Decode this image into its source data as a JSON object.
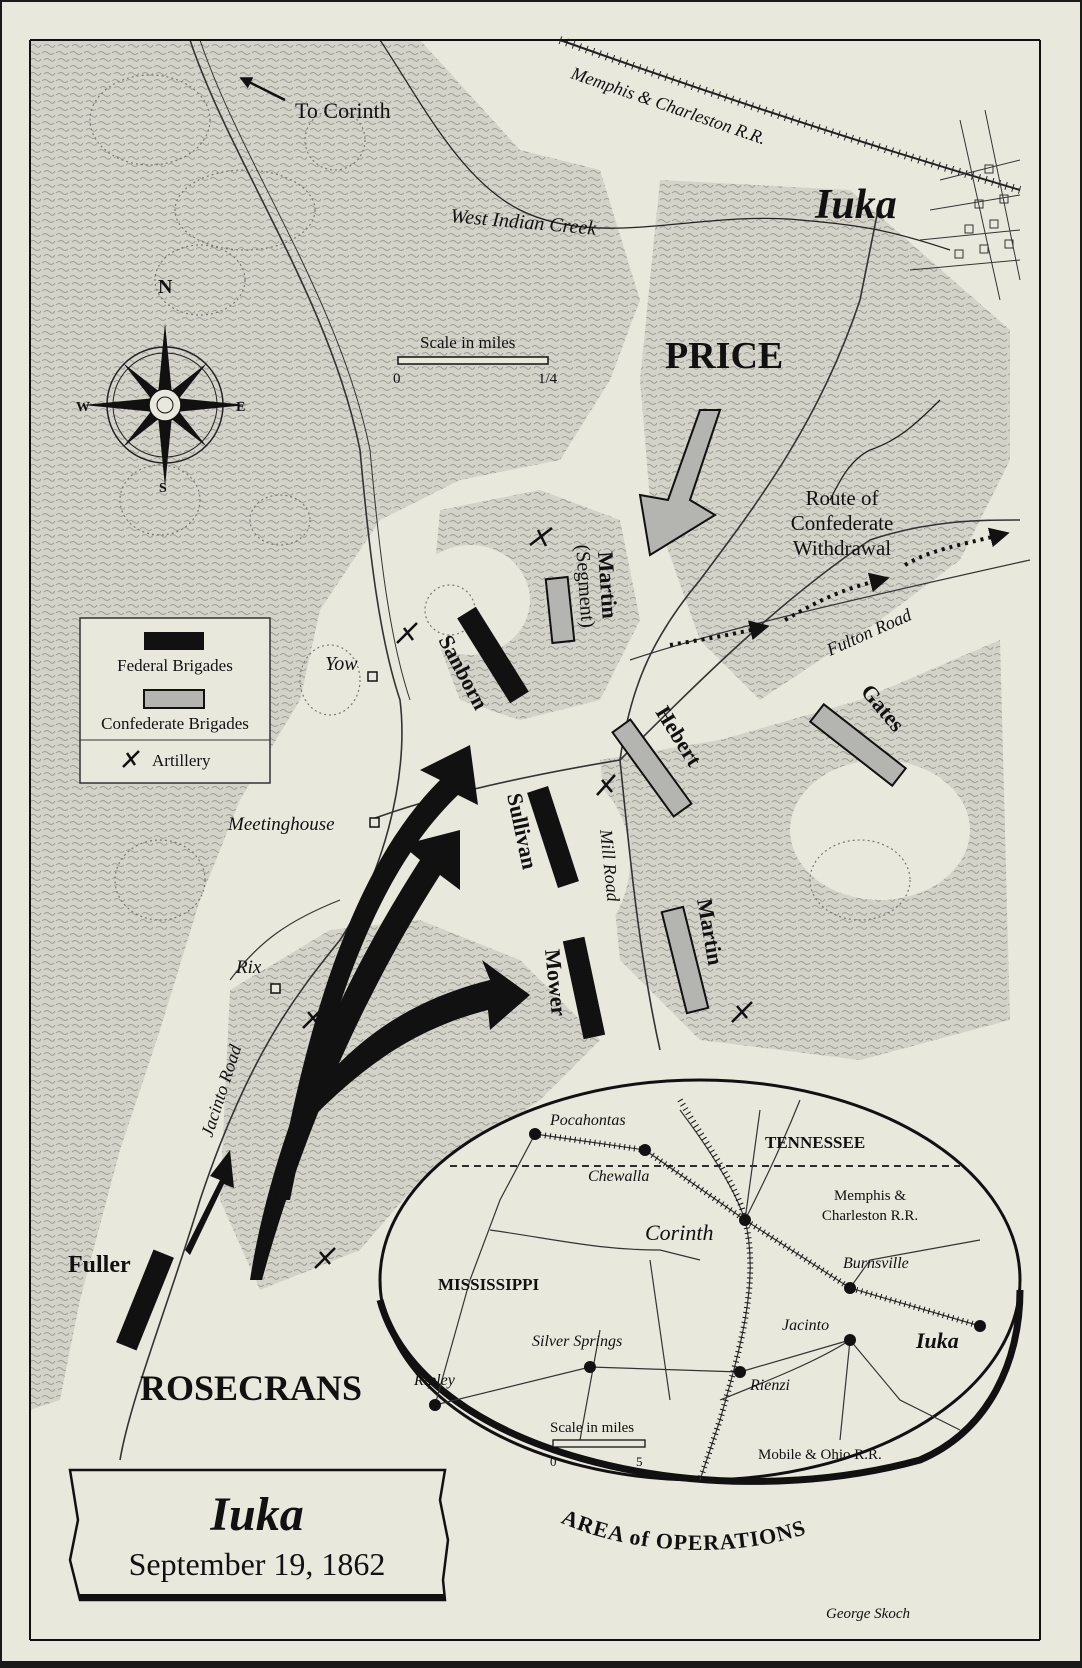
{
  "map": {
    "title": "Iuka",
    "date": "September 19, 1862",
    "credit": "George Skoch",
    "to_corinth": "To Corinth",
    "railroad": "Memphis & Charleston R.R.",
    "town": "Iuka",
    "creek": "West Indian Creek",
    "scale": {
      "label": "Scale in miles",
      "zero": "0",
      "max": "1/4"
    },
    "compass": {
      "n": "N",
      "s": "S",
      "e": "E",
      "w": "W"
    },
    "commanders": {
      "confederate": "PRICE",
      "federal": "ROSECRANS",
      "fuller": "Fuller"
    },
    "withdrawal": [
      "Route of",
      "Confederate",
      "Withdrawal"
    ],
    "roads": {
      "fulton": "Fulton Road",
      "mill": "Mill Road",
      "jacinto": "Jacinto Road"
    },
    "places": {
      "yow": "Yow",
      "meetinghouse": "Meetinghouse",
      "rix": "Rix"
    },
    "federal_brigades": [
      "Sanborn",
      "Sullivan",
      "Mower"
    ],
    "confederate_brigades": {
      "martin_segment": [
        "Martin",
        "(Segment)"
      ],
      "hebert": "Hebert",
      "martin": "Martin",
      "gates": "Gates"
    },
    "legend": {
      "federal": "Federal Brigades",
      "confederate": "Confederate Brigades",
      "artillery": "Artillery"
    },
    "colors": {
      "paper": "#e9e8dd",
      "ink": "#111111",
      "confederate_fill": "#b4b4b0",
      "federal_fill": "#111111",
      "woods": "#cfcfc6",
      "frame": "#1a1a1a"
    }
  },
  "inset": {
    "caption": "AREA of OPERATIONS",
    "tennessee": "TENNESSEE",
    "mississippi": "MISSISSIPPI",
    "towns": {
      "pocahontas": "Pocahontas",
      "chewalla": "Chewalla",
      "corinth": "Corinth",
      "burnsville": "Burnsville",
      "jacinto": "Jacinto",
      "iuka": "Iuka",
      "silver_springs": "Silver Springs",
      "rienzi": "Rienzi",
      "ripley": "Ripley"
    },
    "rr_memphis": [
      "Memphis &",
      "Charleston R.R."
    ],
    "rr_mobile": "Mobile & Ohio R.R.",
    "scale": {
      "label": "Scale in miles",
      "zero": "0",
      "max": "5"
    }
  }
}
